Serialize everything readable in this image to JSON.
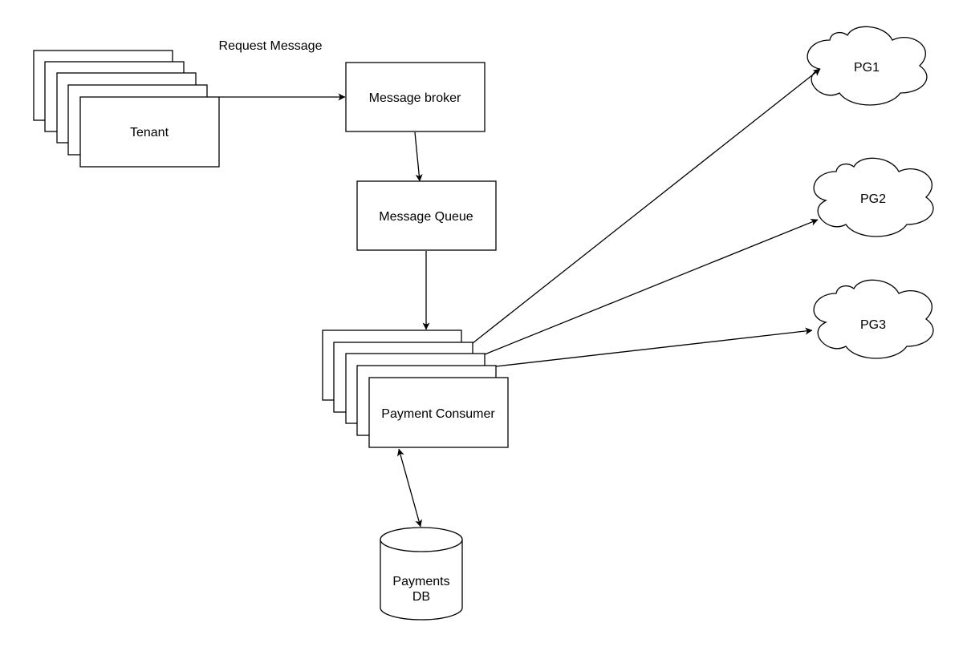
{
  "diagram": {
    "edge_label": "Request Message",
    "nodes": {
      "tenant": "Tenant",
      "broker": "Message broker",
      "queue": "Message Queue",
      "consumer": "Payment Consumer",
      "db_line1": "Payments",
      "db_line2": "DB",
      "pg1": "PG1",
      "pg2": "PG2",
      "pg3": "PG3"
    }
  },
  "colors": {
    "stroke": "#000000",
    "background": "#ffffff"
  }
}
